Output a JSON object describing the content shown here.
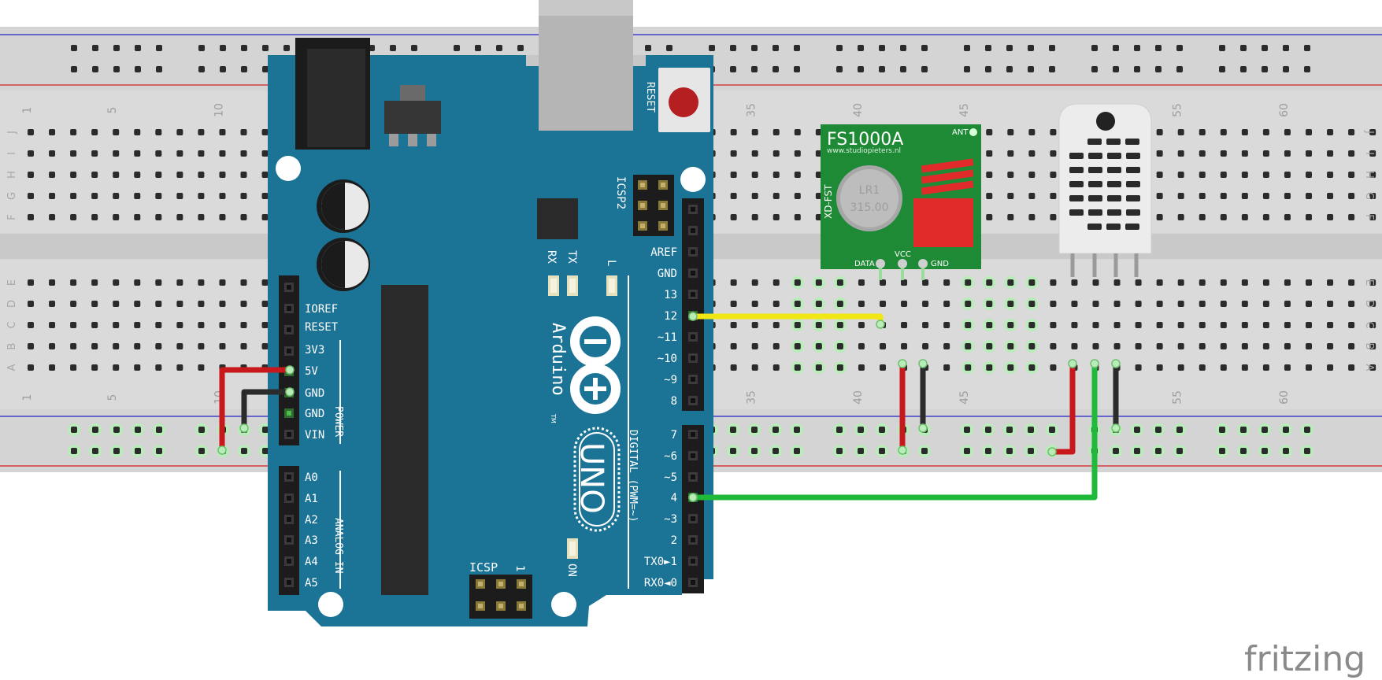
{
  "breadboard": {
    "column_numbers": [
      "1",
      "5",
      "10",
      "35",
      "40",
      "45",
      "55",
      "60"
    ],
    "row_letters_top": [
      "J",
      "I",
      "H",
      "G",
      "F"
    ],
    "row_letters_bottom": [
      "E",
      "D",
      "C",
      "B",
      "A"
    ]
  },
  "arduino": {
    "reset_label": "RESET",
    "icsp2_label": "ICSP2",
    "icsp_label": "ICSP",
    "icsp_pin1": "1",
    "aref": "AREF",
    "gnd": "GND",
    "pin13": "13",
    "pin12": "12",
    "pin11": "~11",
    "pin10": "~10",
    "pin9": "~9",
    "pin8": "8",
    "pin7": "7",
    "pin6": "~6",
    "pin5": "~5",
    "pin4": "4",
    "pin3": "~3",
    "pin2": "2",
    "pin1": "TX0►1",
    "pin0": "RX0◄0",
    "ioref": "IOREF",
    "reset_pin": "RESET",
    "v33": "3V3",
    "v5": "5V",
    "gnd1": "GND",
    "gnd2": "GND",
    "vin": "VIN",
    "power_label": "POWER",
    "a0": "A0",
    "a1": "A1",
    "a2": "A2",
    "a3": "A3",
    "a4": "A4",
    "a5": "A5",
    "analog_label": "ANALOG IN",
    "digital_label": "DIGITAL (PWM=~)",
    "brand": "Arduino",
    "tm": "TM",
    "model": "UNO",
    "rx": "RX",
    "tx": "TX",
    "l": "L",
    "on": "ON"
  },
  "rf_module": {
    "name": "FS1000A",
    "url": "www.studiopieters.nl",
    "side_label": "XD-FST",
    "ant": "ANT",
    "crystal_line1": "LR1",
    "crystal_line2": "315.00",
    "pin_data": "DATA",
    "pin_vcc": "VCC",
    "pin_gnd": "GND"
  },
  "colors": {
    "breadboard": "#d9d9d9",
    "arduino_board": "#1b7396",
    "wire_red": "#c8181b",
    "wire_black": "#2b2b2b",
    "wire_yellow": "#f1e714",
    "wire_green": "#1fba3a",
    "rf_pcb": "#1f8a36",
    "rail_blue": "#2323c8",
    "rail_red": "#d42020"
  },
  "watermark": "fritzing"
}
